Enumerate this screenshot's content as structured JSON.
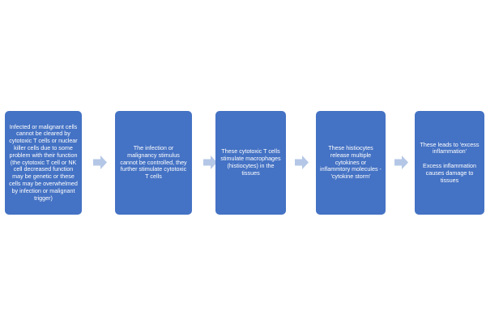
{
  "steps": [
    {
      "text": "Infected or malignant cells cannot be cleared by cytotoxic T cells  or nuclear killer cells due to some problem with their function (the cytotoxic T cell or NK cell decreased function may be genetic or these cells may be overwhelmed by infection or malignant trigger)"
    },
    {
      "text": "The infection or malignancy stimulus cannot be controlled, they further stimulate cytotoxic T cells"
    },
    {
      "text": "These cytotoxic T cells stimulate macrophages (histiocytes) in the tissues"
    },
    {
      "text": "These histiocytes release multiple cytokines or inflammtory molecules - 'cytokine storm'"
    },
    {
      "text": "These leads to 'excess inflammation'",
      "text2": "Excess inflammation causes damage to tissues"
    }
  ],
  "colors": {
    "box": "#4472c4",
    "arrow": "#b4c7e7",
    "text": "#ffffff"
  }
}
